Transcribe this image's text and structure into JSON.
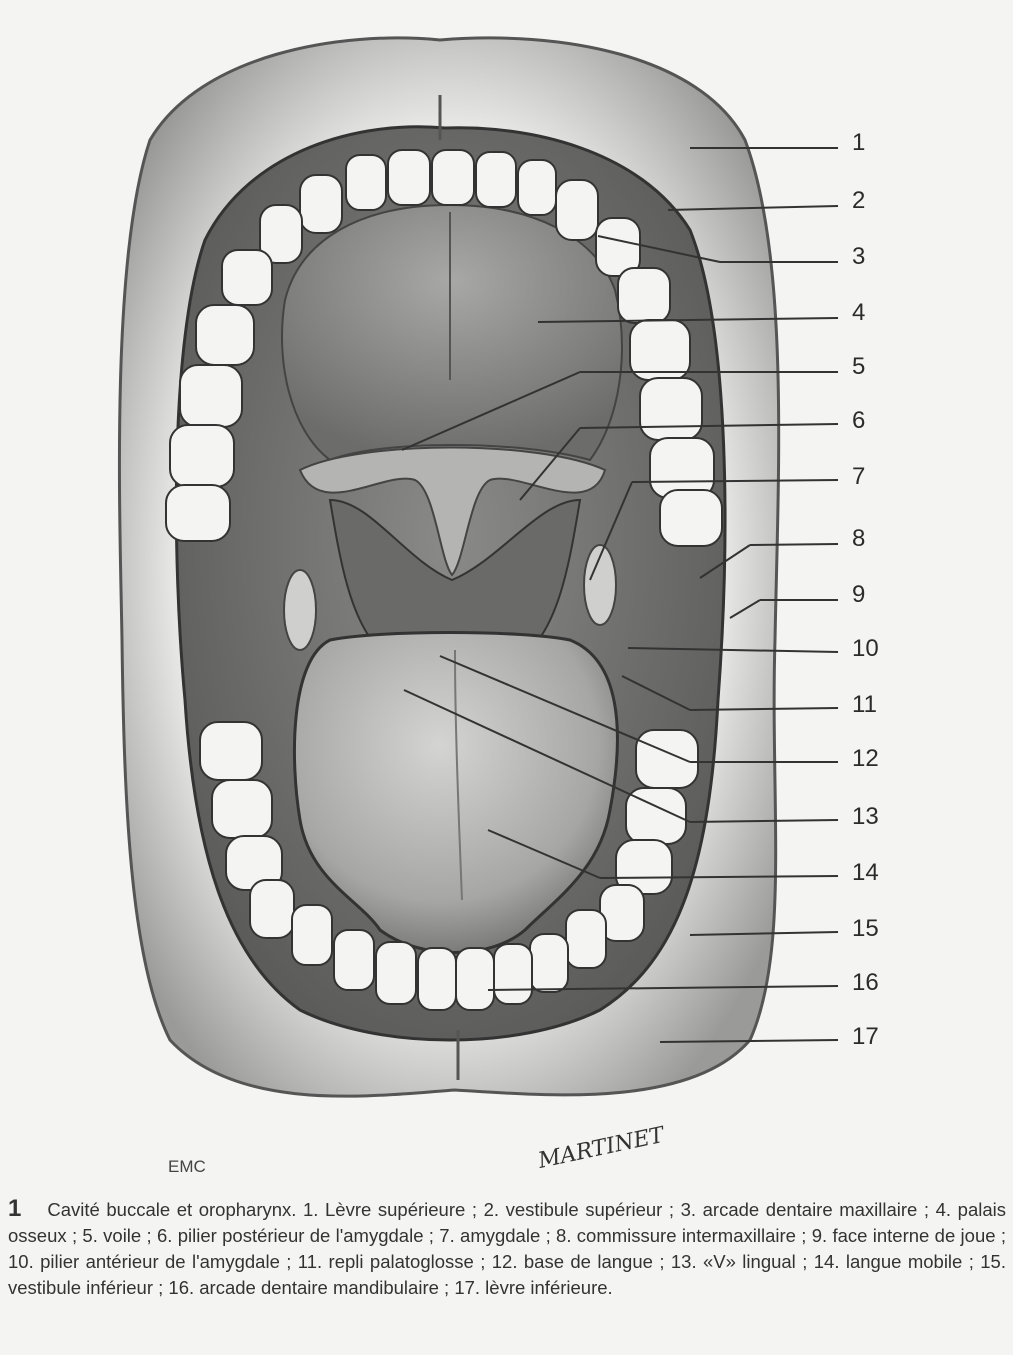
{
  "labels": [
    "1",
    "2",
    "3",
    "4",
    "5",
    "6",
    "7",
    "8",
    "9",
    "10",
    "11",
    "12",
    "13",
    "14",
    "15",
    "16",
    "17"
  ],
  "credit": "EMC",
  "signature": "MARTINET",
  "caption": {
    "number": "1",
    "text": "Cavité buccale et oropharynx. 1. Lèvre supérieure ; 2. vestibule supérieur ; 3. arcade dentaire maxillaire ; 4. palais osseux ; 5. voile ; 6. pilier postérieur de l'amygdale ; 7. amygdale ; 8. commissure intermaxillaire ; 9. face interne de joue ; 10. pilier antérieur de l'amygdale ; 11. repli palatoglosse ; 12. base de langue ; 13. «V» lingual ; 14. langue mobile ; 15. vestibule inférieur ; 16. arcade dentaire mandibulaire ; 17. lèvre inférieure."
  }
}
